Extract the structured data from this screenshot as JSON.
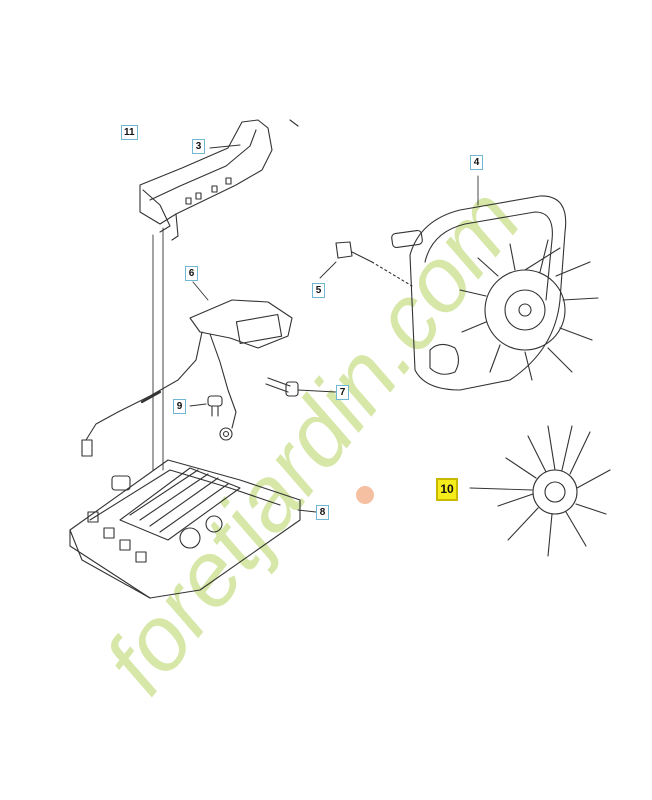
{
  "callouts": [
    {
      "id": "11",
      "label": "11"
    },
    {
      "id": "3",
      "label": "3"
    },
    {
      "id": "4",
      "label": "4"
    },
    {
      "id": "6",
      "label": "6"
    },
    {
      "id": "5",
      "label": "5"
    },
    {
      "id": "7",
      "label": "7"
    },
    {
      "id": "9",
      "label": "9"
    },
    {
      "id": "8",
      "label": "8"
    },
    {
      "id": "10",
      "label": "10",
      "highlighted": true
    }
  ],
  "watermark": {
    "text": "foretjardin.com",
    "color": "#cfe39a",
    "dot_color": "#f2b08a"
  },
  "colors": {
    "callout_border": "#6fb7d2",
    "highlight": "#f4ec1b",
    "line": "#333333"
  }
}
